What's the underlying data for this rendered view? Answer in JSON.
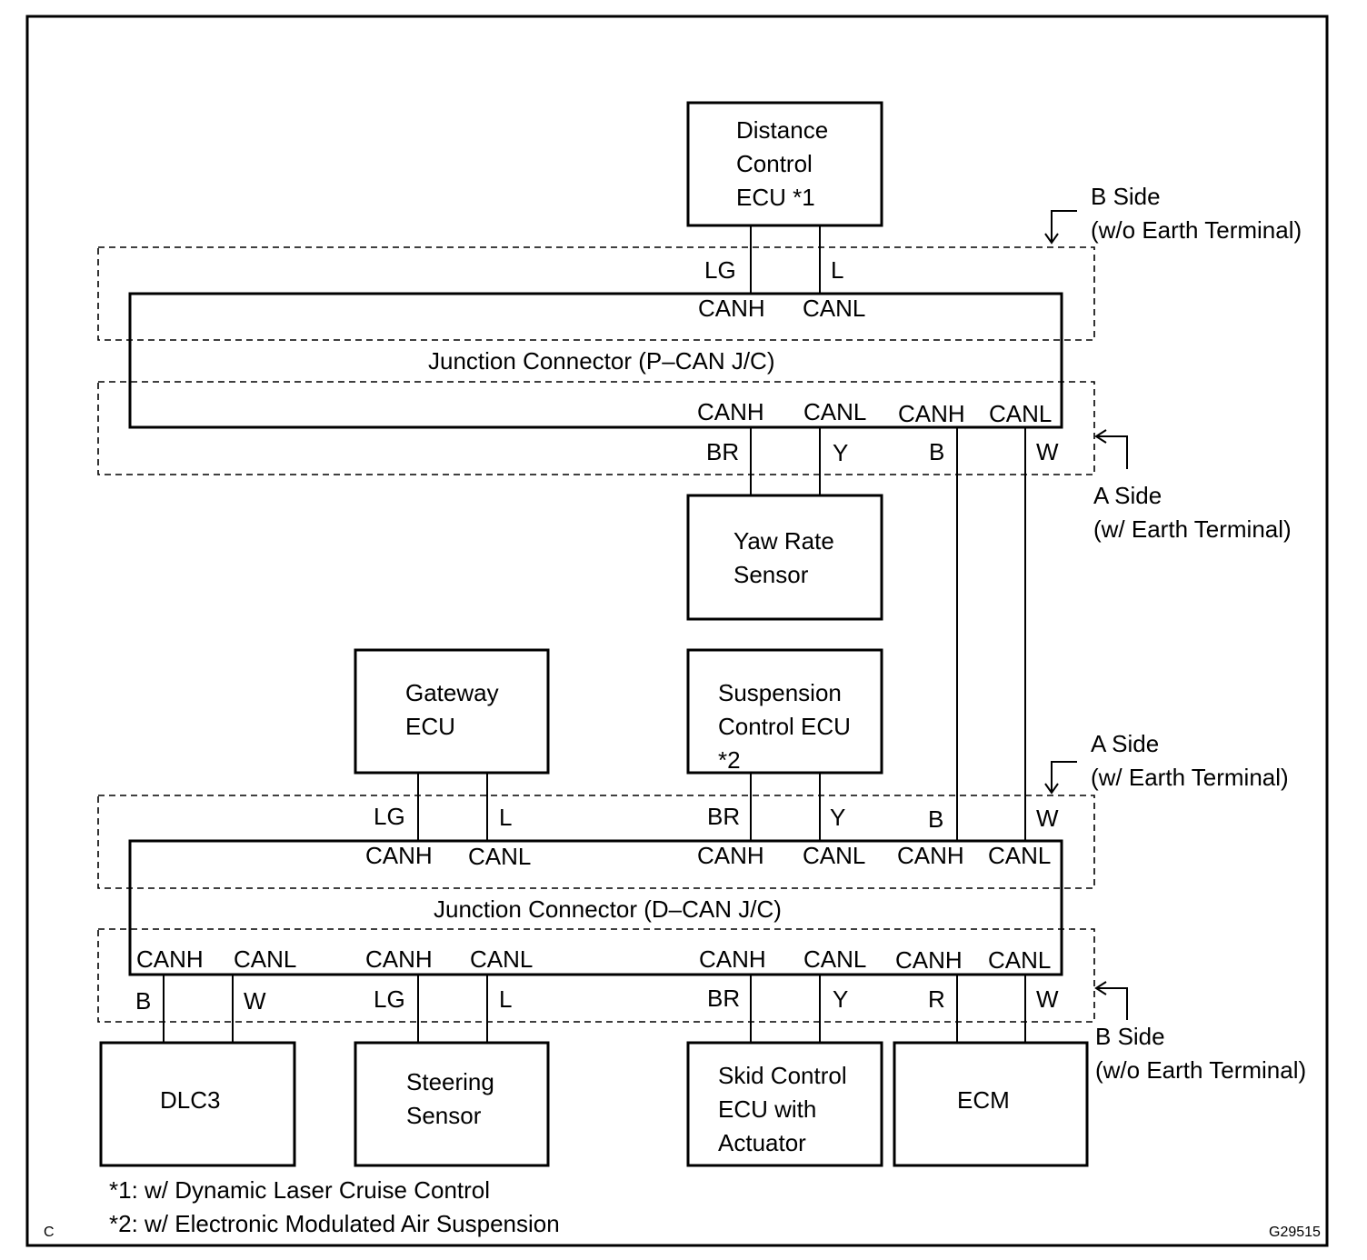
{
  "components": {
    "distance_ecu": [
      "Distance",
      "Control",
      "ECU *1"
    ],
    "yaw_rate_sensor": [
      "Yaw Rate",
      "Sensor"
    ],
    "gateway_ecu": [
      "Gateway",
      "ECU"
    ],
    "suspension_ecu": [
      "Suspension",
      "Control ECU",
      "*2"
    ],
    "dlc3": [
      "DLC3"
    ],
    "steering_sensor": [
      "Steering",
      "Sensor"
    ],
    "skid_control_ecu": [
      "Skid Control",
      "ECU with",
      "Actuator"
    ],
    "ecm": [
      "ECM"
    ]
  },
  "junctions": {
    "p_can": "Junction Connector (P–CAN J/C)",
    "d_can": "Junction Connector (D–CAN J/C)"
  },
  "sides": {
    "b_side_top": [
      "B Side",
      "(w/o Earth Terminal)"
    ],
    "a_side_top": [
      "A Side",
      "(w/ Earth Terminal)"
    ],
    "a_side_bottom": [
      "A Side",
      "(w/ Earth Terminal)"
    ],
    "b_side_bottom": [
      "B Side",
      "(w/o Earth Terminal)"
    ]
  },
  "pins": {
    "p_top": [
      "CANH",
      "CANL"
    ],
    "p_bottom": [
      "CANH",
      "CANL",
      "CANH",
      "CANL"
    ],
    "d_top": [
      "CANH",
      "CANL",
      "CANH",
      "CANL",
      "CANH",
      "CANL"
    ],
    "d_bottom": [
      "CANH",
      "CANL",
      "CANH",
      "CANL",
      "CANH",
      "CANL",
      "CANH",
      "CANL"
    ]
  },
  "wire_colors": {
    "p_top": [
      "LG",
      "L"
    ],
    "p_bottom": [
      "BR",
      "Y",
      "B",
      "W"
    ],
    "d_top": [
      "LG",
      "L",
      "BR",
      "Y",
      "B",
      "W"
    ],
    "d_bottom": [
      "B",
      "W",
      "LG",
      "L",
      "BR",
      "Y",
      "R",
      "W"
    ]
  },
  "notes": [
    "*1: w/ Dynamic Laser Cruise Control",
    "*2: w/ Electronic Modulated Air Suspension"
  ],
  "corner_label": "C",
  "figure_id": "G29515"
}
